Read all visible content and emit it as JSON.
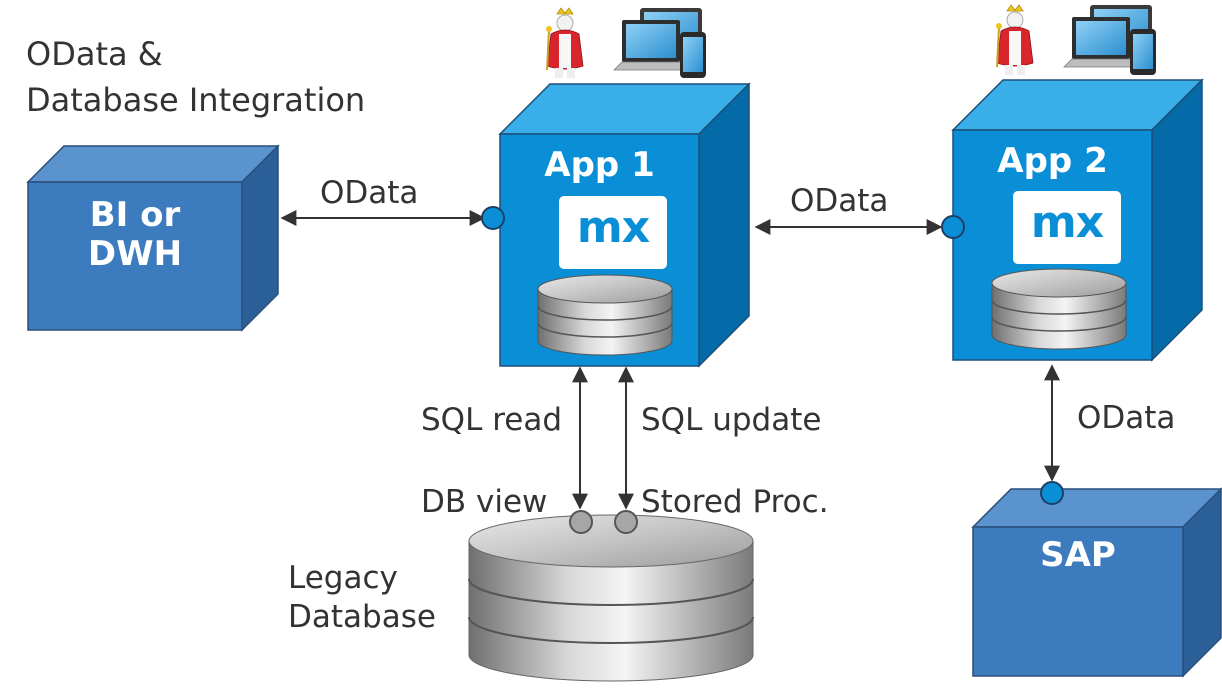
{
  "title": {
    "line1": "OData &",
    "line2": "Database Integration"
  },
  "nodes": {
    "bi": {
      "line1": "BI or",
      "line2": "DWH"
    },
    "app1": {
      "label": "App 1",
      "logo": "mx"
    },
    "app2": {
      "label": "App 2",
      "logo": "mx"
    },
    "sap": {
      "label": "SAP"
    },
    "legacy": {
      "line1": "Legacy",
      "line2": "Database"
    }
  },
  "connections": {
    "bi_app1": "OData",
    "app1_app2": "OData",
    "app2_sap": "OData",
    "sql_read": "SQL read",
    "sql_update": "SQL update",
    "db_view": "DB view",
    "stored_proc": "Stored Proc."
  },
  "icons": [
    "king-icon",
    "devices-icon",
    "database-icon",
    "mendix-logo-icon"
  ],
  "colors": {
    "app_front": "#0a8fd6",
    "app_top": "#3aaee8",
    "app_side": "#056aa8",
    "box_front": "#3d7bbf",
    "box_top": "#5b93cf",
    "box_side": "#2b5f97",
    "text": "#333333"
  }
}
